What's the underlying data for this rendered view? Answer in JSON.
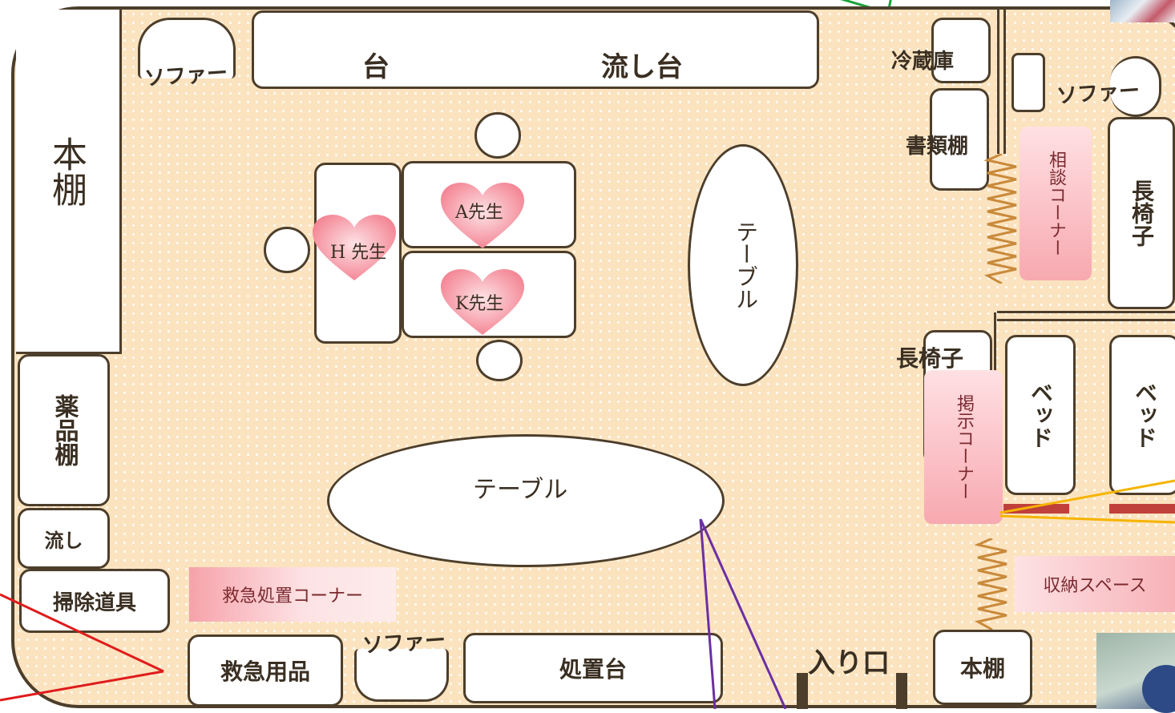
{
  "labels": {
    "dai": "台",
    "nagashidai": "流し台",
    "sofa_top_left": "ソファー",
    "sofa_top_right": "ソファー",
    "sofa_bottom": "ソファー",
    "reizouko": "冷蔵庫",
    "shoruidana": "書類棚",
    "hondana_left": "本棚",
    "hondana_bottom": "本棚",
    "yakuhindana": "薬品棚",
    "nagashi": "流し",
    "souji": "掃除道具",
    "kyukyu_yohin": "救急用品",
    "shochidai": "処置台",
    "iriguchi": "入り口",
    "nagaisu_right": "長椅子",
    "nagaisu_mid": "長椅子",
    "bed1": "ベッド",
    "bed2": "ベッド",
    "table_oval_vertical": "テーブル",
    "table_oval_horizontal": "テーブル"
  },
  "corners": {
    "soudan": "相談コーナー",
    "keiji": "掲示コーナー",
    "kyukyu_shochi": "救急処置コーナー",
    "shuno": "収納スペース"
  },
  "teachers": {
    "a": "A先生",
    "h": "H 先生",
    "k": "K先生"
  },
  "colors": {
    "floor": "#fbe3bf",
    "outline": "#4d3e2b",
    "corner_pink": "#f7a9b0",
    "heart_pink": "#f48a98",
    "line_red": "#e01b1b",
    "line_purple": "#6b2fa3",
    "line_orange": "#f5b400",
    "line_green": "#1aa33a",
    "partition_red": "#c0403b",
    "spring": "#c98a3b"
  }
}
